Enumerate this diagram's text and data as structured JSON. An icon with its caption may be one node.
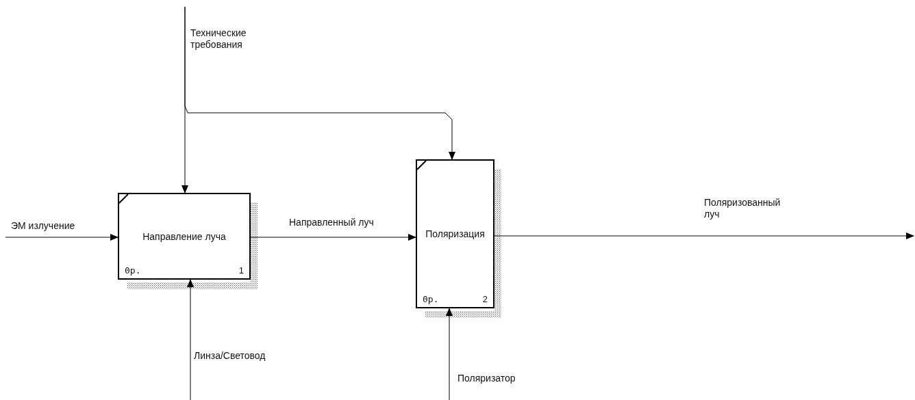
{
  "diagram": {
    "nodes": [
      {
        "text": [
          "Направление луча",
          "0р.",
          "1"
        ]
      },
      {
        "text": [
          "Поляризация",
          "0р.",
          "2"
        ]
      }
    ],
    "edges": [
      {
        "from": null,
        "to": 0,
        "arrow": "to",
        "label": "Технические требования"
      },
      {
        "from": null,
        "to": 1,
        "arrow": "to"
      },
      {
        "from": null,
        "to": 0,
        "arrow": "to",
        "label": "ЭМ излучение"
      },
      {
        "from": 0,
        "to": 1,
        "arrow": "to",
        "label": "Направленный луч"
      },
      {
        "from": 1,
        "to": null,
        "arrow": "to",
        "label": "Поляризованный луч"
      },
      {
        "from": null,
        "to": 0,
        "arrow": "to",
        "label": "Линза/Световод"
      },
      {
        "from": null,
        "to": 1,
        "arrow": "to",
        "label": "Поляризатор"
      }
    ]
  }
}
